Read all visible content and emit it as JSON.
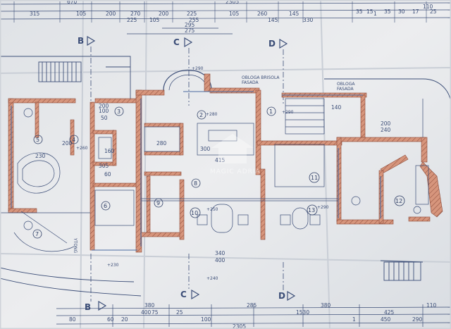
{
  "photo": {
    "subject": "floor plan blueprint",
    "colors": {
      "paper": "#e9ebee",
      "paper_shade": "#d6dadf",
      "ink": "#3b4d77",
      "wall_fill": "#d6957c",
      "wall_stroke": "#8c4b3a",
      "fold": "#c9ced6"
    }
  },
  "dimensions": {
    "top_row1": [
      "670",
      "2305"
    ],
    "top_row2": [
      "315",
      "105",
      "200",
      "270",
      "200",
      "225",
      "105",
      "260",
      "145",
      "1",
      "110"
    ],
    "top_row3": [
      "225",
      "105",
      "255",
      "145",
      "330"
    ],
    "top_small": [
      "35",
      "15",
      "35",
      "30",
      "17",
      "25"
    ],
    "mid_top": [
      "295",
      "275"
    ],
    "bottom_row1": [
      "380",
      "285",
      "380",
      "2305"
    ],
    "bottom_row2": [
      "400",
      "1530",
      "425",
      "110"
    ],
    "bottom_row3": [
      "80",
      "60",
      "20",
      "75",
      "25",
      "100",
      "1",
      "450",
      "290"
    ],
    "interior": [
      "340",
      "400",
      "280",
      "300",
      "415",
      "240",
      "200",
      "50",
      "160",
      "60",
      "100",
      "200",
      "305",
      "200",
      "140",
      "230"
    ]
  },
  "section_markers": [
    {
      "letter": "B",
      "pos": "top-left"
    },
    {
      "letter": "C",
      "pos": "top-center"
    },
    {
      "letter": "D",
      "pos": "top-right"
    },
    {
      "letter": "B",
      "pos": "bottom-left"
    },
    {
      "letter": "C",
      "pos": "bottom-center"
    },
    {
      "letter": "D",
      "pos": "bottom-right"
    }
  ],
  "rooms": [
    "1",
    "2",
    "3",
    "4",
    "5",
    "6",
    "7",
    "8",
    "9",
    "10",
    "11",
    "12",
    "13"
  ],
  "labels": {
    "obloga_left": "OBLOGA  BRISOLA",
    "fasada_left": "FASADA",
    "obloga_right": "OBLOGA",
    "fasada_right": "FASADA",
    "levels": [
      "+290",
      "+280",
      "+260",
      "+240",
      "+250",
      "+230",
      "+290",
      "+290"
    ],
    "stair": "YTONG",
    "watermark": "MAGIC ADRIA"
  }
}
